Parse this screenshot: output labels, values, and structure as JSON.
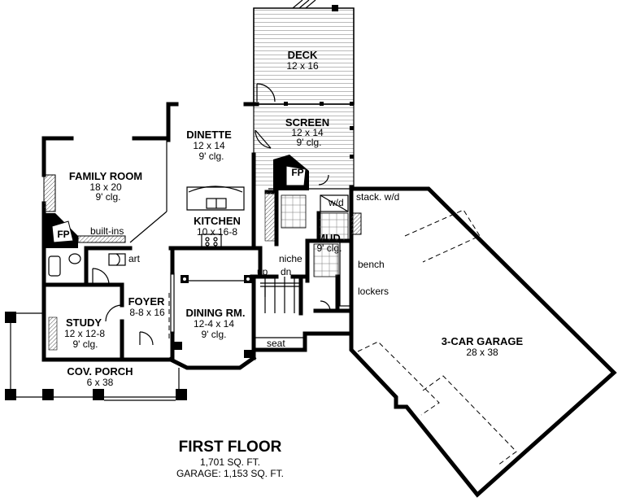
{
  "rooms": {
    "deck": {
      "name": "DECK",
      "size": "12 x 16"
    },
    "screen": {
      "name": "SCREEN",
      "size": "12 x 14",
      "ceiling": "9' clg."
    },
    "dinette": {
      "name": "DINETTE",
      "size": "12 x 14",
      "ceiling": "9' clg."
    },
    "family_room": {
      "name": "FAMILY ROOM",
      "size": "18 x 20",
      "ceiling": "9' clg."
    },
    "kitchen": {
      "name": "KITCHEN",
      "size": "10 x 16-8"
    },
    "mud": {
      "name": "MUD",
      "ceiling": "9' clg."
    },
    "foyer": {
      "name": "FOYER",
      "size": "8-8 x 16"
    },
    "study": {
      "name": "STUDY",
      "size": "12 x 12-8",
      "ceiling": "9' clg."
    },
    "dining": {
      "name": "DINING RM.",
      "size": "12-4 x 14",
      "ceiling": "9' clg."
    },
    "porch": {
      "name": "COV. PORCH",
      "size": "6 x 38"
    },
    "garage": {
      "name": "3-CAR GARAGE",
      "size": "28 x 38"
    }
  },
  "notes": {
    "fp_family": "FP",
    "fp_screen": "FP",
    "built_ins": "built-ins",
    "art": "art",
    "wd": "w/d",
    "stack_wd": "stack. w/d",
    "niche": "niche",
    "up": "up",
    "dn": "dn",
    "bench": "bench",
    "lockers": "lockers",
    "seat": "seat"
  },
  "footer": {
    "title": "FIRST FLOOR",
    "area": "1,701 SQ. FT.",
    "garage_area": "GARAGE: 1,153 SQ. FT."
  }
}
